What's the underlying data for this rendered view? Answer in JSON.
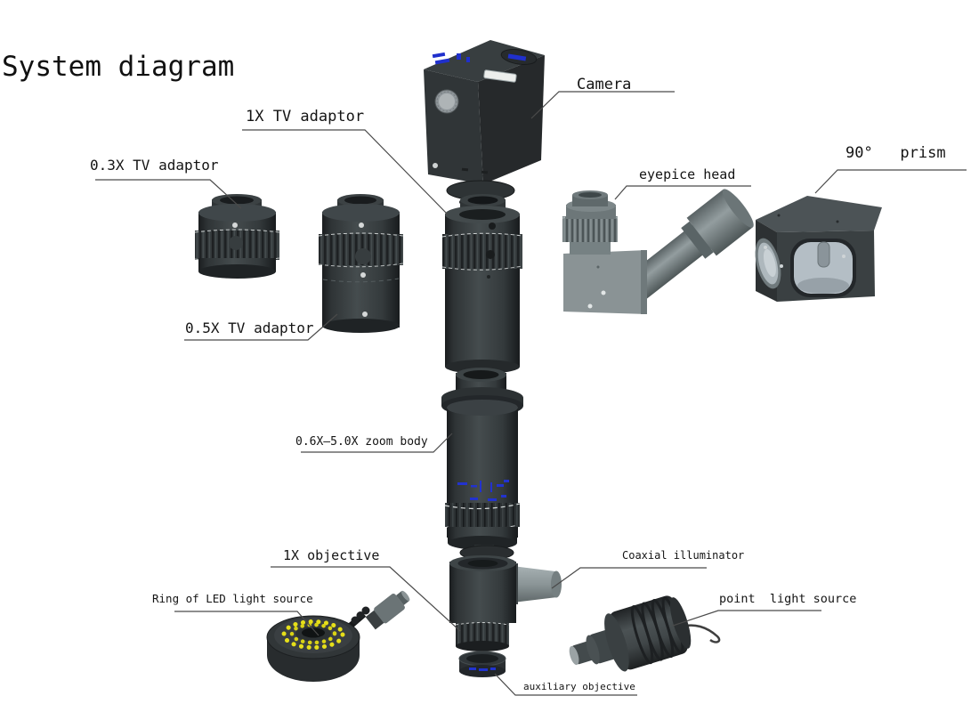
{
  "title": "System diagram",
  "labels": {
    "camera": "Camera",
    "tv_adaptor_1x": "1X TV adaptor",
    "tv_adaptor_03x": "0.3X TV adaptor",
    "tv_adaptor_05x": "0.5X TV adaptor",
    "eyepiece_head": "eyepice head",
    "prism_90": "90°   prism",
    "zoom_body": "0.6X—5.0X zoom body",
    "objective_1x": "1X objective",
    "coaxial_illuminator": "Coaxial illuminator",
    "ring_led": "Ring of LED light source",
    "point_light": "point  light source",
    "auxiliary_objective": "auxiliary objective"
  },
  "colors": {
    "background": "#ffffff",
    "body_dark": "#2e3335",
    "metal_gray": "#8a9395",
    "led_yellow": "#e6df1a",
    "marking_blue": "#2232cf",
    "leader_line": "#4a4a4a",
    "text": "#141414"
  }
}
